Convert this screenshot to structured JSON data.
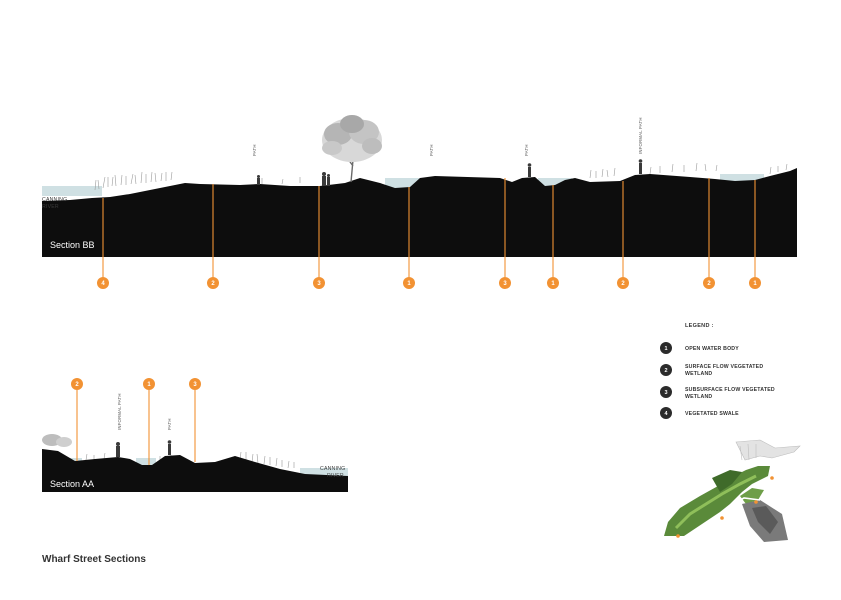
{
  "page_title": "Wharf Street Sections",
  "colors": {
    "ground": "#0d0d0d",
    "marker": "#f29233",
    "water": "#cfe0e3",
    "legend_badge": "#2b2b2b"
  },
  "section_bb": {
    "label": "Section BB",
    "river_label": [
      "CANNING",
      "RIVER"
    ],
    "path_labels": [
      "PATH",
      "PATH",
      "PATH",
      "INFORMAL PATH"
    ],
    "markers": [
      "4",
      "2",
      "3",
      "1",
      "3",
      "1",
      "2",
      "2",
      "1"
    ]
  },
  "section_aa": {
    "label": "Section AA",
    "river_label": [
      "CANNING",
      "RIVER"
    ],
    "path_labels": [
      "INFORMAL PATH",
      "PATH"
    ],
    "markers": [
      "2",
      "1",
      "3"
    ]
  },
  "legend": {
    "title": "LEGEND :",
    "items": [
      {
        "num": "1",
        "lines": [
          "OPEN WATER BODY"
        ]
      },
      {
        "num": "2",
        "lines": [
          "SURFACE  FLOW VEGETATED",
          "WETLAND"
        ]
      },
      {
        "num": "3",
        "lines": [
          "SUBSURFACE  FLOW VEGETATED",
          "WETLAND"
        ]
      },
      {
        "num": "4",
        "lines": [
          "VEGETATED SWALE"
        ]
      }
    ]
  },
  "key_plan": {
    "icon": "site-key-plan"
  }
}
